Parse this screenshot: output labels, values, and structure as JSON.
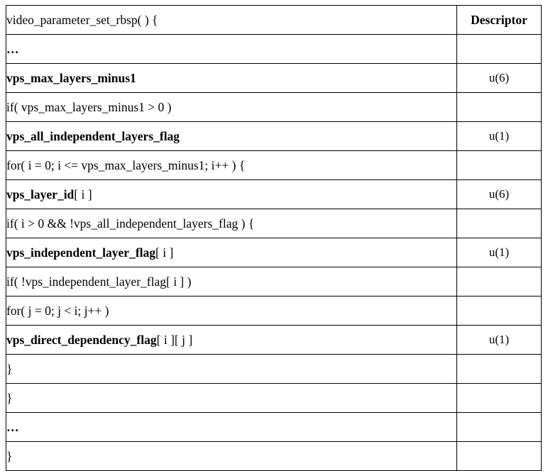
{
  "table": {
    "columns": [
      {
        "key": "syntax",
        "label": ""
      },
      {
        "key": "descriptor",
        "label": "Descriptor"
      }
    ],
    "rows": [
      {
        "id": "row-vps-open",
        "indent": 0,
        "bold_name": "",
        "text": "video_parameter_set_rbsp( ) {",
        "descriptor": "",
        "kind": "header"
      },
      {
        "id": "row-ellipsis-top",
        "indent": 0,
        "bold_name": "",
        "text": "…",
        "descriptor": "",
        "kind": "ellipsis"
      },
      {
        "id": "row-vps-max-layers-minus1",
        "indent": 1,
        "bold_name": "vps_max_layers_minus1",
        "text": "",
        "descriptor": "u(6)",
        "kind": "syntax-element"
      },
      {
        "id": "row-if-vps-max-layers",
        "indent": 1,
        "bold_name": "",
        "text": "if( vps_max_layers_minus1 > 0 )",
        "descriptor": "",
        "kind": "condition"
      },
      {
        "id": "row-vps-all-independent-layers-flag",
        "indent": 2,
        "bold_name": "vps_all_independent_layers_flag",
        "text": "",
        "descriptor": "u(1)",
        "kind": "syntax-element"
      },
      {
        "id": "row-for-i",
        "indent": 1,
        "bold_name": "",
        "text": "for( i = 0; i   <=   vps_max_layers_minus1; i++ ) {",
        "descriptor": "",
        "kind": "loop"
      },
      {
        "id": "row-vps-layer-id",
        "indent": 2,
        "bold_name": "vps_layer_id",
        "text": "[ i ]",
        "descriptor": "u(6)",
        "kind": "syntax-element"
      },
      {
        "id": "row-if-i-gt-0",
        "indent": 2,
        "bold_name": "",
        "text": "if( i > 0   &&   !vps_all_independent_layers_flag ) {",
        "descriptor": "",
        "kind": "condition"
      },
      {
        "id": "row-vps-independent-layer-flag",
        "indent": 3,
        "bold_name": "vps_independent_layer_flag",
        "text": "[ i ]",
        "descriptor": "u(1)",
        "kind": "syntax-element"
      },
      {
        "id": "row-if-not-vps-independent-layer-flag",
        "indent": 3,
        "bold_name": "",
        "text": "if( !vps_independent_layer_flag[ i ] )",
        "descriptor": "",
        "kind": "condition"
      },
      {
        "id": "row-for-j",
        "indent": 4,
        "bold_name": "",
        "text": "for( j = 0; j < i; j++ )",
        "descriptor": "",
        "kind": "loop"
      },
      {
        "id": "row-vps-direct-dependency-flag",
        "indent": 5,
        "bold_name": "vps_direct_dependency_flag",
        "text": "[ i ][ j ]",
        "descriptor": "u(1)",
        "kind": "syntax-element"
      },
      {
        "id": "row-close-inner",
        "indent": 2,
        "bold_name": "",
        "text": "}",
        "descriptor": "",
        "kind": "close-brace"
      },
      {
        "id": "row-close-outer",
        "indent": 1,
        "bold_name": "",
        "text": "}",
        "descriptor": "",
        "kind": "close-brace"
      },
      {
        "id": "row-ellipsis-bottom",
        "indent": 0,
        "bold_name": "",
        "text": "…",
        "descriptor": "",
        "kind": "ellipsis"
      },
      {
        "id": "row-close-vps",
        "indent": 0,
        "bold_name": "",
        "text": "}",
        "descriptor": "",
        "kind": "close-brace"
      }
    ]
  },
  "colors": {
    "border": "#000000",
    "text": "#000000",
    "background": "#ffffff"
  }
}
